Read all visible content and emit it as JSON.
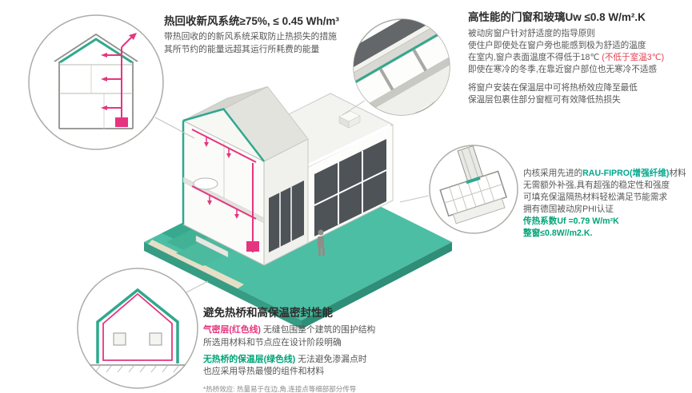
{
  "colors": {
    "teal_accent": "#2FA98E",
    "green_text": "#00A478",
    "magenta": "#E5357F",
    "warn_red": "#E04050",
    "ground_teal": "#4CBEA3",
    "dark_text": "#2d2d2d"
  },
  "callout_hrv": {
    "title": "热回收新风系统≥75%, ≤ 0.45 Wh/m³",
    "line1": "带热回收的的新风系统采取防止热损失的措施",
    "line2": "其所节约的能量远超其运行所耗费的能量"
  },
  "callout_window": {
    "title": "高性能的门窗和玻璃Uw ≤0.8 W/m².K",
    "p1l1": "被动房窗户针对舒适度的指导原则",
    "p1l2": "使住户即使处在窗户旁也能感到极为舒适的温度",
    "p1l3a": "在室内,窗户表面温度不得低于18℃ ",
    "p1l3b": "(不低于室温3℃)",
    "p1l4": "即使在寒冷的冬季,在靠近窗户部位也无寒冷不适感",
    "p2l1": "将窗户安装在保温层中可将热桥效应降至最低",
    "p2l2": "保温层包裹住部分窗框可有效降低热损失"
  },
  "callout_profile": {
    "l1a": "内核采用先进的",
    "l1b": "RAU-FIPRO(增强纤维)",
    "l1c": "材料",
    "l2": "无需额外补强,具有超强的稳定性和强度",
    "l3": "可填充保温隔热材料轻松满足节能需求",
    "l4": "拥有德国被动房PHI认证",
    "l5": "传热系数Uf =0.79 W/m²K",
    "l6": "整窗≤0.8W//m2.K."
  },
  "callout_sealing": {
    "title": "避免热桥和高保温密封性能",
    "p1a": "气密层(红色线)",
    "p1b": " 无缝包围整个建筑的围护结构",
    "p1l2": "所选用材料和节点应在设计阶段明确",
    "p2a": "无热桥的保温层(绿色线)",
    "p2b": " 无法避免渗漏点时",
    "p2l2": "也应采用导热最慢的组件和材料",
    "note": "*热桥效应: 热量易于在边,角,连接点等细部部分传导"
  }
}
